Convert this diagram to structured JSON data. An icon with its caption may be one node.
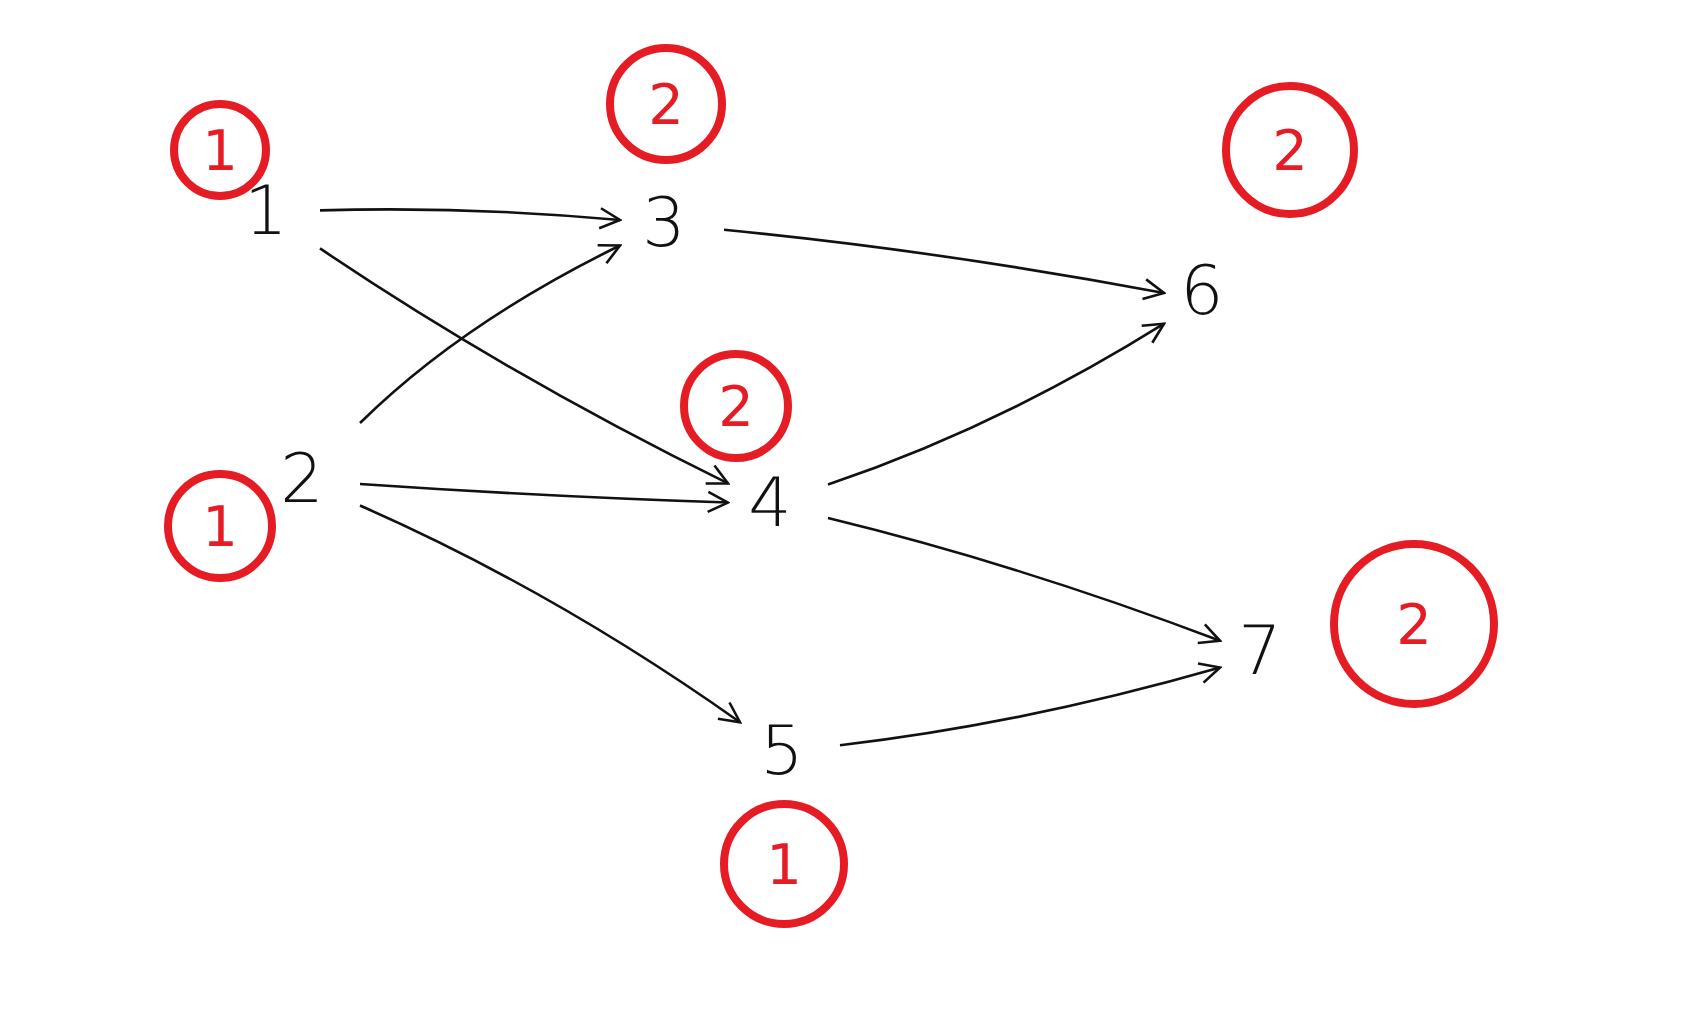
{
  "diagram": {
    "nodes": [
      {
        "text": [
          "1"
        ]
      },
      {
        "text": [
          "2"
        ]
      },
      {
        "text": [
          "3"
        ]
      },
      {
        "text": [
          "4"
        ]
      },
      {
        "text": [
          "5"
        ]
      },
      {
        "text": [
          "6"
        ]
      },
      {
        "text": [
          "7"
        ]
      },
      {
        "text": [
          "1"
        ]
      },
      {
        "text": [
          "2"
        ]
      },
      {
        "text": [
          "2"
        ]
      },
      {
        "text": [
          "2"
        ]
      },
      {
        "text": [
          "1"
        ]
      },
      {
        "text": [
          "2"
        ]
      },
      {
        "text": [
          "1"
        ]
      }
    ],
    "edges": [
      {
        "from": 0,
        "to": 2,
        "arrow": "to"
      },
      {
        "from": 0,
        "to": 3,
        "arrow": "to"
      },
      {
        "from": 1,
        "to": 2,
        "arrow": "to"
      },
      {
        "from": 1,
        "to": 3,
        "arrow": "to"
      },
      {
        "from": 1,
        "to": 4,
        "arrow": "to"
      },
      {
        "from": 2,
        "to": 5,
        "arrow": "to"
      },
      {
        "from": 3,
        "to": 5,
        "arrow": "to"
      },
      {
        "from": 3,
        "to": 6,
        "arrow": "to"
      },
      {
        "from": 4,
        "to": 6,
        "arrow": "to"
      }
    ]
  }
}
